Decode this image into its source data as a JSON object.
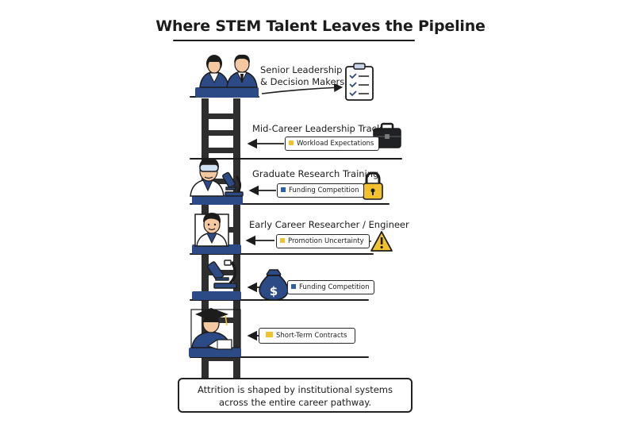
{
  "title": "Where STEM Talent Leaves the Pipeline",
  "levels": [
    {
      "label_lines": [
        "Senior Leadership",
        "& Decision Makers"
      ],
      "icon": "clipboard-checklist-icon"
    },
    {
      "label": "Mid-Career Leadership Track",
      "tag": "Workload Expectations",
      "tag_color": "#f2c12e",
      "icon": "briefcase-icon"
    },
    {
      "label": "Graduate Research Training",
      "tag": "Funding Competition",
      "tag_color": "#2f5fa8",
      "icon": "padlock-icon"
    },
    {
      "label": "Early Career Researcher / Engineer",
      "tag": "Promotion Uncertainty",
      "tag_color": "#f2c12e",
      "icon": "warning-triangle-icon"
    },
    {
      "tag": "Funding Competition",
      "tag_color": "#2f5fa8",
      "icon": "money-bag-icon",
      "icon_text": "$"
    },
    {
      "tag": "Short-Term Contracts",
      "tag_color": "#f2c12e"
    }
  ],
  "footer_lines": [
    "Attrition is shaped by institutional systems",
    "across the entire career pathway."
  ],
  "colors": {
    "navy": "#2c4b86",
    "yellow": "#f2c12e",
    "ink": "#1c1c1c",
    "skin": "#f4c9a2"
  }
}
